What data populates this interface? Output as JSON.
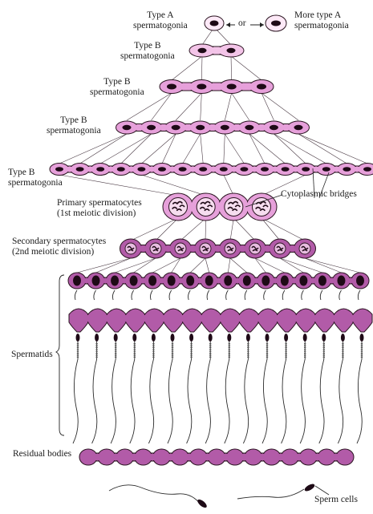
{
  "labels": {
    "type_a": [
      "Type A",
      "spermatogonia"
    ],
    "or": "or",
    "more_type_a": [
      "More type A",
      "spermatogonia"
    ],
    "type_b_1": [
      "Type B",
      "spermatogonia"
    ],
    "type_b_2": [
      "Type B",
      "spermatogonia"
    ],
    "type_b_3": [
      "Type B",
      "spermatogonia"
    ],
    "type_b_4": [
      "Type B",
      "spermatogonia"
    ],
    "primary": [
      "Primary spermatocytes",
      "(1st meiotic division)"
    ],
    "cytoplasmic_bridges": "Cytoplasmic bridges",
    "secondary": [
      "Secondary spermatocytes",
      "(2nd meiotic division)"
    ],
    "spermatids": "Spermatids",
    "residual_bodies": "Residual bodies",
    "sperm_cells": "Sperm cells"
  },
  "colors": {
    "pale_cell": "#f3c4e8",
    "mid_cell": "#e6a0da",
    "dark_cell": "#b25ba8",
    "nucleus": "#1e0a16",
    "outline": "#2a1420"
  }
}
